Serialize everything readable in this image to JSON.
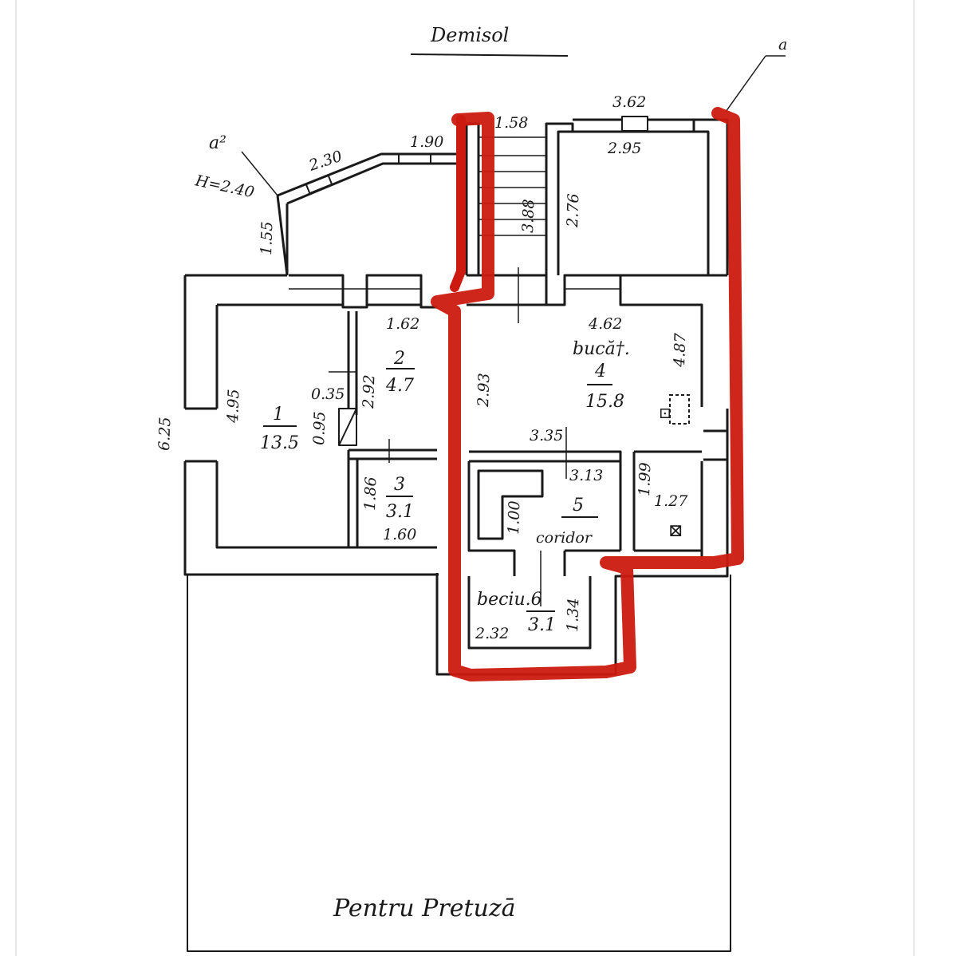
{
  "title": "Demisol",
  "footer": "Pentru Pretuzā",
  "colors": {
    "ink": "#1a1a1a",
    "highlight": "#cc1a10",
    "paper": "#ffffff",
    "page_edge": "#e6e6e6"
  },
  "marks": {
    "axis_a2": "a²",
    "axis_a": "a",
    "height": "H=2.40"
  },
  "rooms": [
    {
      "number": "1",
      "area": "13.5"
    },
    {
      "number": "2",
      "area": "4.7"
    },
    {
      "number": "3",
      "area": "3.1"
    },
    {
      "number": "4",
      "area": "15.8",
      "name": "bucă†."
    },
    {
      "number": "5",
      "area": "",
      "name": "coridor"
    },
    {
      "number": "",
      "area": "3.1",
      "name": "beciu.6"
    }
  ],
  "dimensions": {
    "d158": "1.58",
    "d362": "3.62",
    "d190": "1.90",
    "d230": "2.30",
    "d155": "1.55",
    "d295": "2.95",
    "d276": "2.76",
    "d388": "3.88",
    "d162": "1.62",
    "d462": "4.62",
    "d487": "4.87",
    "d293": "2.93",
    "d495": "4.95",
    "d625": "6.25",
    "d292": "2.92",
    "d035": "0.35",
    "d095": "0.95",
    "d335": "3.35",
    "d313": "3.13",
    "d199": "1.99",
    "d127": "1.27",
    "d186": "1.86",
    "d160": "1.60",
    "d100": "1.00",
    "d232": "2.32",
    "d134": "1.34"
  },
  "symbols": {
    "stove": "⊡",
    "chimney": "⊠"
  }
}
